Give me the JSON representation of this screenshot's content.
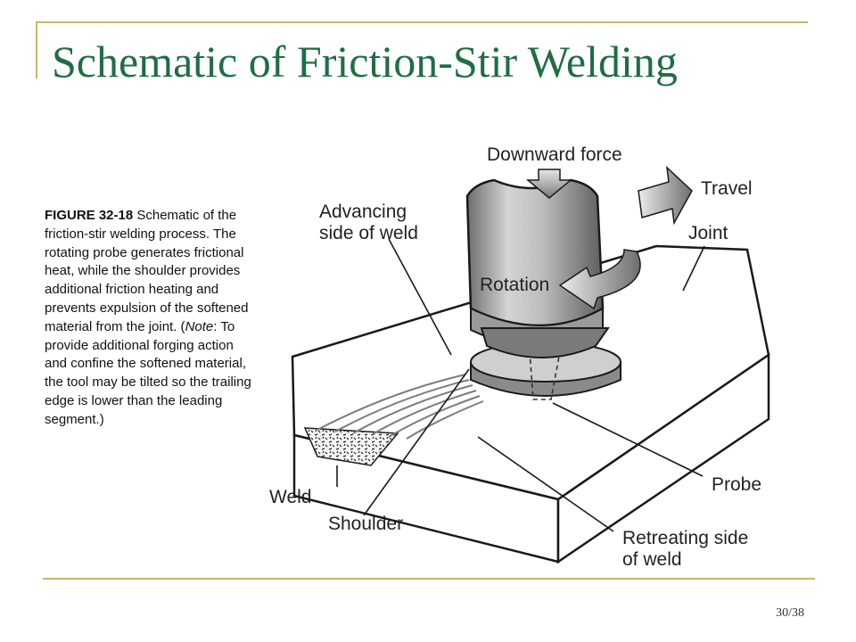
{
  "slide": {
    "title": "Schematic of Friction-Stir Welding",
    "page_number": "30/38"
  },
  "caption": {
    "figure_label": "FIGURE 32-18",
    "text_before_note": " Schematic of the friction-stir welding process. The rotating probe generates frictional heat, while the shoulder provides additional friction heating and prevents expulsion of the softened material from the joint. (",
    "note_word": "Note",
    "text_after_note": ": To provide additional forging action and confine the softened material, the tool may be tilted so the trailing edge is lower than the leading segment.)"
  },
  "diagram": {
    "labels": {
      "downward_force": "Downward force",
      "travel": "Travel",
      "advancing_line1": "Advancing",
      "advancing_line2": "side of weld",
      "joint": "Joint",
      "rotation": "Rotation",
      "probe": "Probe",
      "weld": "Weld",
      "shoulder": "Shoulder",
      "retreating_line1": "Retreating side",
      "retreating_line2": "of weld"
    }
  },
  "colors": {
    "title": "#1f6e43",
    "frame": "#c9b66a"
  }
}
